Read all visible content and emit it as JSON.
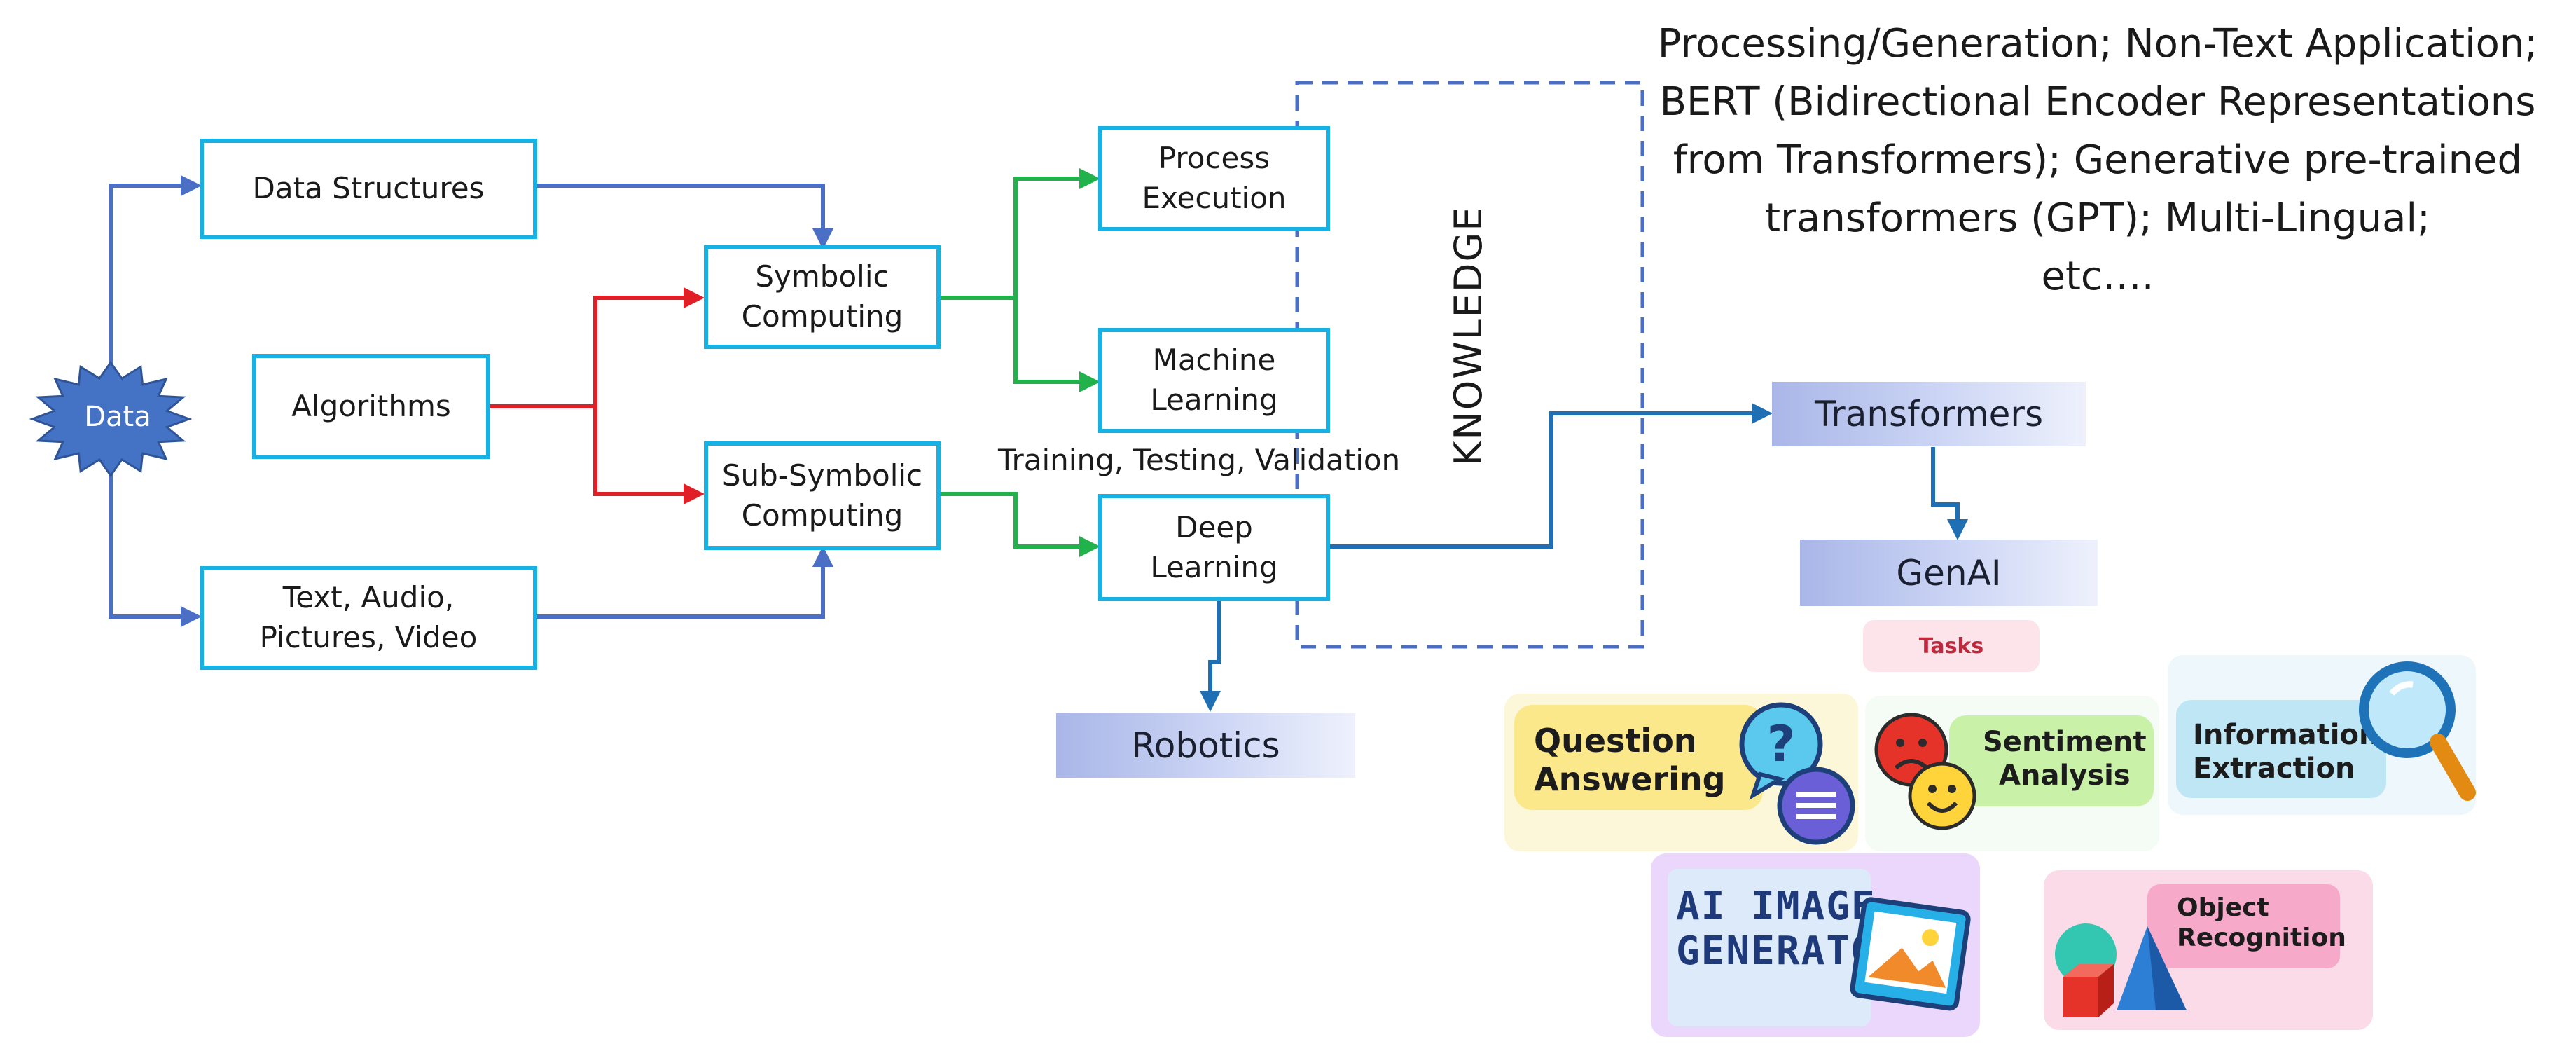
{
  "nodes": {
    "data": "Data",
    "data_structures": "Data Structures",
    "algorithms": "Algorithms",
    "media": "Text, Audio,\nPictures, Video",
    "symbolic": "Symbolic\nComputing",
    "subsymbolic": "Sub-Symbolic\nComputing",
    "process_execution": "Process\nExecution",
    "machine_learning": "Machine\nLearning",
    "deep_learning": "Deep\nLearning",
    "robotics": "Robotics",
    "transformers": "Transformers",
    "genai": "GenAI"
  },
  "labels": {
    "training": "Training, Testing, Validation",
    "knowledge": "KNOWLEDGE",
    "transformer_desc": "Processing/Generation; Non-Text Application;\nBERT  (Bidirectional Encoder Representations from Transformers); Generative pre-trained transformers (GPT); Multi-Lingual;\netc…."
  },
  "tasks": {
    "title": "Tasks",
    "question_answering": "Question\nAnswering",
    "sentiment_analysis": "Sentiment\nAnalysis",
    "information_extraction": "Information\nExtraction",
    "ai_image_generator": "AI IMAGE\nGENERATOR",
    "object_recognition": "Object\nRecognition"
  },
  "colors": {
    "box_border": "#18b1e4",
    "arrow_blue": "#4a6fc4",
    "arrow_red": "#e01f26",
    "arrow_green": "#22b24c",
    "arrow_dark_blue": "#1f6fb5",
    "star_fill": "#4472c4"
  }
}
